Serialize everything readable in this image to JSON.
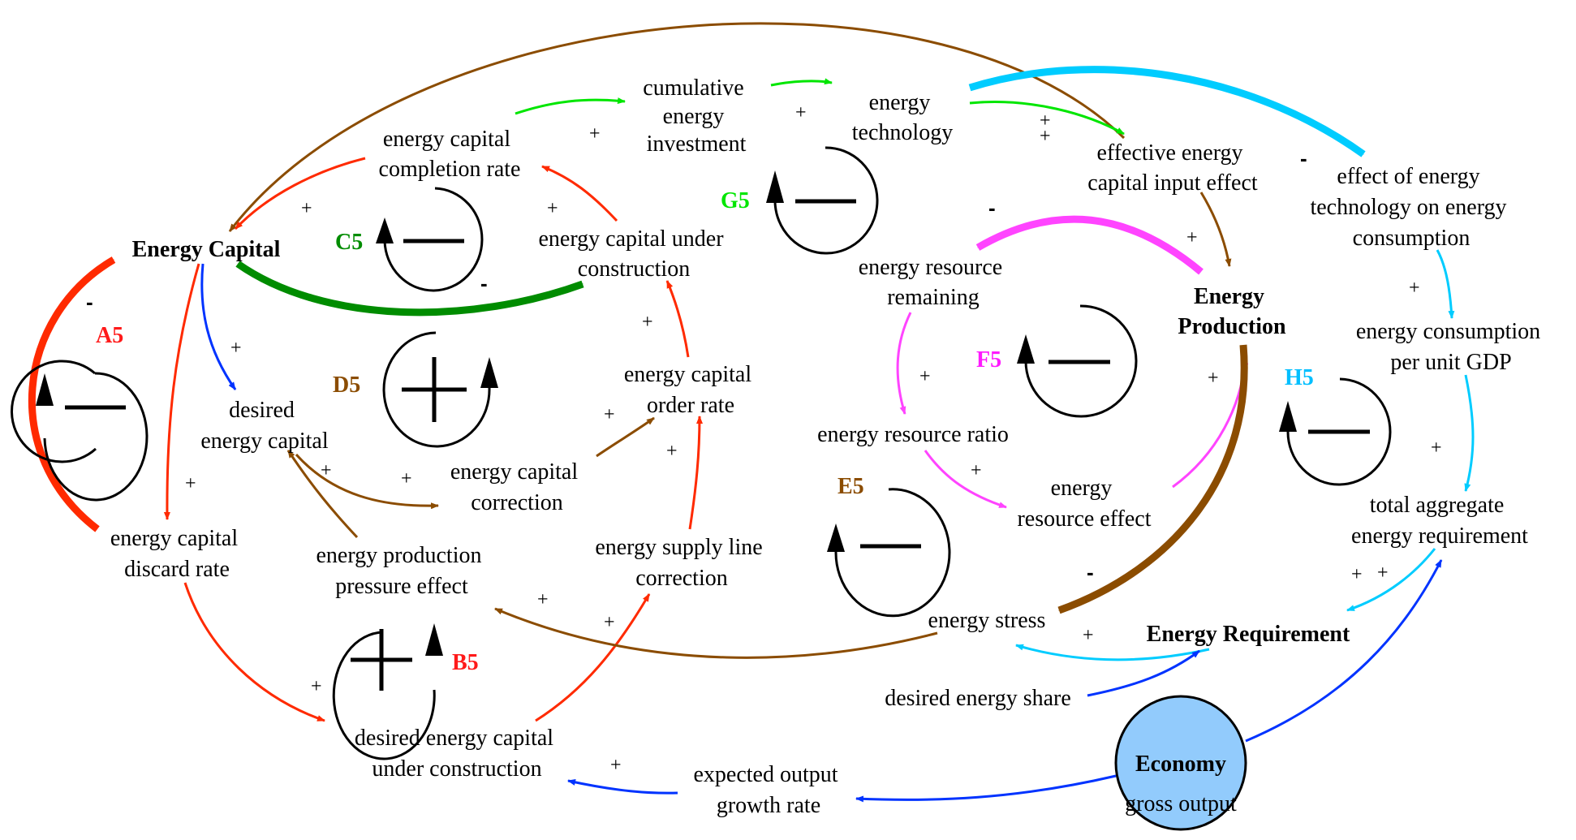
{
  "diagram": {
    "title": "Energy sector causal loop diagram",
    "colors": {
      "red": "#ff2a00",
      "green": "#008c00",
      "lime": "#00e600",
      "brown": "#8b4c00",
      "blue": "#0033ff",
      "cyan": "#00ccff",
      "magenta": "#ff44ff",
      "economy_fill": "#92cbfc"
    },
    "nodes": {
      "energy_capital": "Energy Capital",
      "completion_rate": [
        "energy capital",
        "completion rate"
      ],
      "cumulative_investment": [
        "cumulative",
        "energy",
        "investment"
      ],
      "energy_technology": [
        "energy",
        "technology"
      ],
      "effective_input_effect": [
        "effective energy",
        "capital input effect"
      ],
      "tech_effect_consumption": [
        "effect of energy",
        "technology on energy",
        "consumption"
      ],
      "capital_under_construction": [
        "energy capital under",
        "construction"
      ],
      "resource_remaining": [
        "energy resource",
        "remaining"
      ],
      "energy_production": [
        "Energy",
        "Production"
      ],
      "consumption_per_gdp": [
        "energy consumption",
        "per unit GDP"
      ],
      "desired_energy_capital": [
        "desired",
        "energy capital"
      ],
      "order_rate": [
        "energy capital",
        "order rate"
      ],
      "resource_ratio": "energy resource ratio",
      "capital_correction": [
        "energy capital",
        "correction"
      ],
      "resource_effect": [
        "energy",
        "resource effect"
      ],
      "total_requirement": [
        "total aggregate",
        "energy requirement"
      ],
      "discard_rate": [
        "energy capital",
        "discard rate"
      ],
      "pressure_effect": [
        "energy production",
        "pressure effect"
      ],
      "supply_line_correction": [
        "energy supply line",
        "correction"
      ],
      "energy_stress": "energy stress",
      "energy_requirement": "Energy Requirement",
      "desired_share": "desired energy share",
      "desired_under_construction": [
        "desired energy capital",
        "under construction"
      ],
      "expected_growth": [
        "expected output",
        "growth rate"
      ],
      "economy": "Economy",
      "gross_output": "gross output"
    },
    "loops": {
      "A5": {
        "label": "A5",
        "type": "balancing",
        "sign": "−"
      },
      "B5": {
        "label": "B5",
        "type": "reinforcing",
        "sign": "+"
      },
      "C5": {
        "label": "C5",
        "type": "balancing",
        "sign": "−"
      },
      "D5": {
        "label": "D5",
        "type": "reinforcing",
        "sign": "+"
      },
      "E5": {
        "label": "E5",
        "type": "balancing",
        "sign": "−"
      },
      "F5": {
        "label": "F5",
        "type": "balancing",
        "sign": "−"
      },
      "G5": {
        "label": "G5",
        "type": "balancing",
        "sign": "−"
      },
      "H5": {
        "label": "H5",
        "type": "balancing",
        "sign": "−"
      }
    },
    "polarities": {
      "plus": "+",
      "minus": "-"
    }
  }
}
